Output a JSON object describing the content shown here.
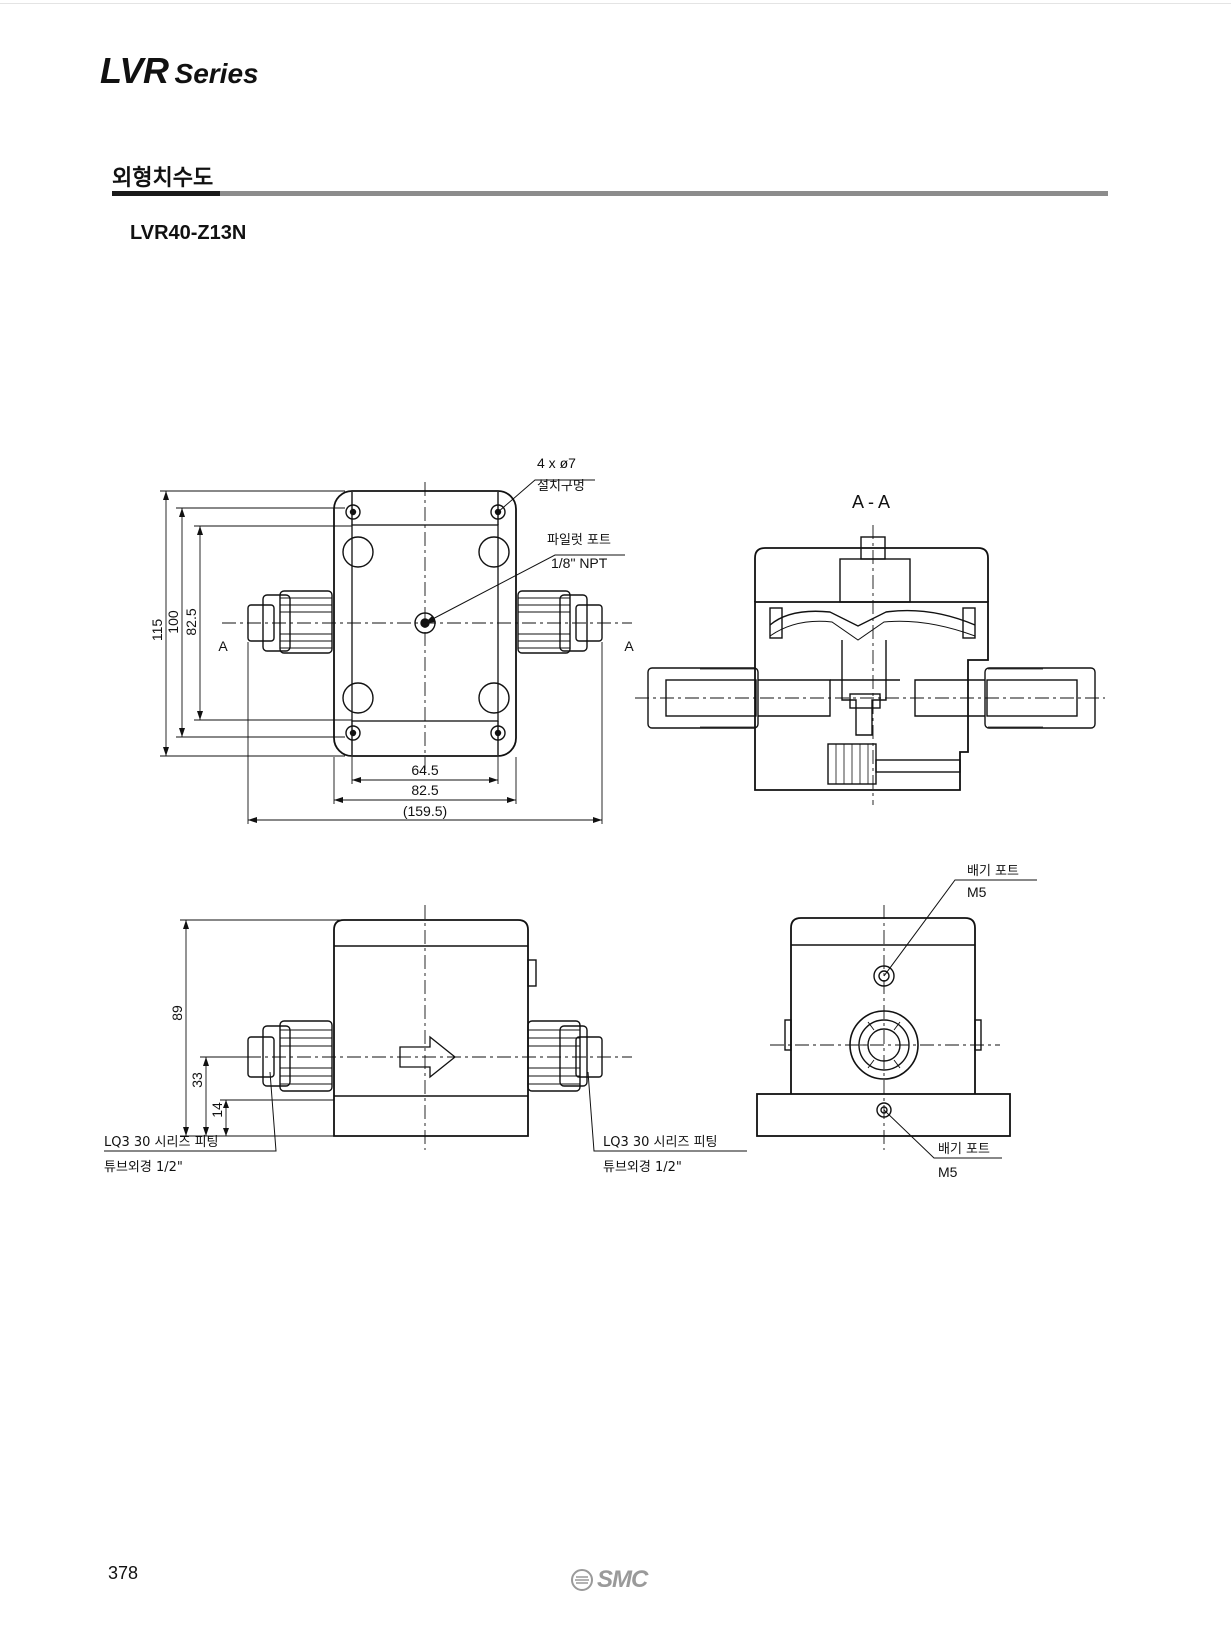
{
  "header": {
    "series_main": "LVR",
    "series_sub": "Series",
    "section": "외형치수도",
    "model": "LVR40-Z13N"
  },
  "callouts": {
    "mount_hole_a": "4 x ø7",
    "mount_hole_b": "설치구멍",
    "pilot_a": "파일럿 포트",
    "pilot_b": "1/8\" NPT",
    "section_view": "A - A",
    "exhaust_top_a": "배기 포트",
    "exhaust_top_b": "M5",
    "exhaust_bottom_a": "배기 포트",
    "exhaust_bottom_b": "M5",
    "fitting_left_a": "LQ3 30 시리즈 피팅",
    "fitting_left_b": "튜브외경  1/2\"",
    "fitting_right_a": "LQ3 30 시리즈 피팅",
    "fitting_right_b": "튜브외경  1/2\""
  },
  "dimensions": {
    "height_115": "115",
    "height_100": "100",
    "height_82_5": "82.5",
    "section_mark_left": "A",
    "section_mark_right": "A",
    "width_64_5": "64.5",
    "width_82_5": "82.5",
    "width_159_5": "(159.5)",
    "height_89": "89",
    "height_33": "33",
    "height_14": "14"
  },
  "footer": {
    "page_number": "378",
    "brand": "SMC"
  },
  "colors": {
    "line": "#111111",
    "rule_dark": "#1a1a1a",
    "rule_grey": "#8c8c8c",
    "logo": "#9a9a9a"
  }
}
